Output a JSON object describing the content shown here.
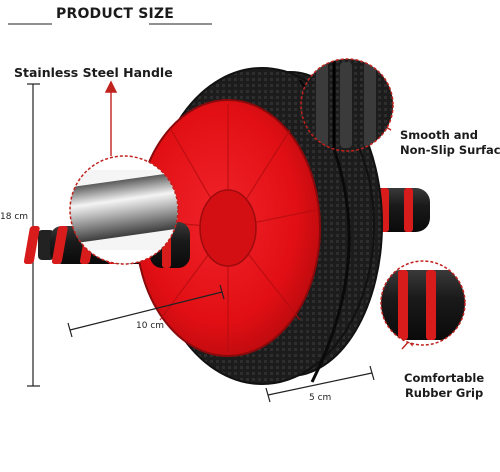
{
  "title": "PRODUCT SIZE",
  "callouts": {
    "handle": "Stainless Steel Handle",
    "surface_line1": "Smooth and",
    "surface_line2": "Non-Slip Surface",
    "grip_line1": "Comfortable",
    "grip_line2": "Rubber Grip"
  },
  "dimensions": {
    "height": "18 cm",
    "diameter": "10 cm",
    "width": "5 cm"
  },
  "colors": {
    "wheel_red": "#e10f14",
    "tire_black": "#1c1c1c",
    "grip_red": "#d81c1c",
    "callout_arrow": "#c0221d"
  }
}
